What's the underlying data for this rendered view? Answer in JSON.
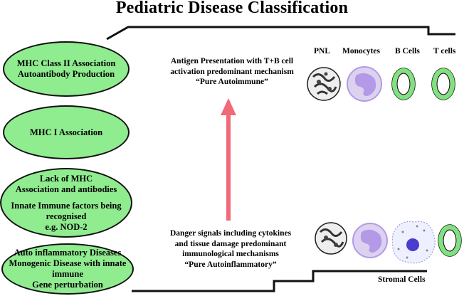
{
  "title": "Pediatric Disease Classification",
  "ellipses": [
    {
      "lines": [
        "MHC Class II Association",
        "Autoantibody Production"
      ]
    },
    {
      "lines": [
        "MHC I Association"
      ]
    },
    {
      "lines": [
        "Lack of MHC",
        "Association and antibodies"
      ],
      "lines2": [
        "Innate Immune factors being recognised",
        "e.g. NOD-2"
      ]
    },
    {
      "lines": [
        "Auto inflammatory Diseases",
        "Monogenic Disease with innate immune",
        "Gene perturbation"
      ]
    }
  ],
  "top_text": {
    "lines": [
      "Antigen Presentation with T+B cell",
      "activation predominant mechanism",
      "“Pure Autoimmune”"
    ]
  },
  "bottom_text": {
    "lines": [
      "Danger signals including cytokines",
      "and tissue damage predominant",
      "immunological mechanisms",
      "“Pure Autoinflammatory”"
    ]
  },
  "cell_labels": {
    "pnl": "PNL",
    "monocytes": "Monocytes",
    "b_cells": "B Cells",
    "t_cells": "T cells",
    "stromal": "Stromal Cells"
  },
  "colors": {
    "ellipse_fill": "#8fec8f",
    "arrow": "#f06a78",
    "cell_ring": "#7ee27e",
    "monocyte": "#b49ae6"
  }
}
